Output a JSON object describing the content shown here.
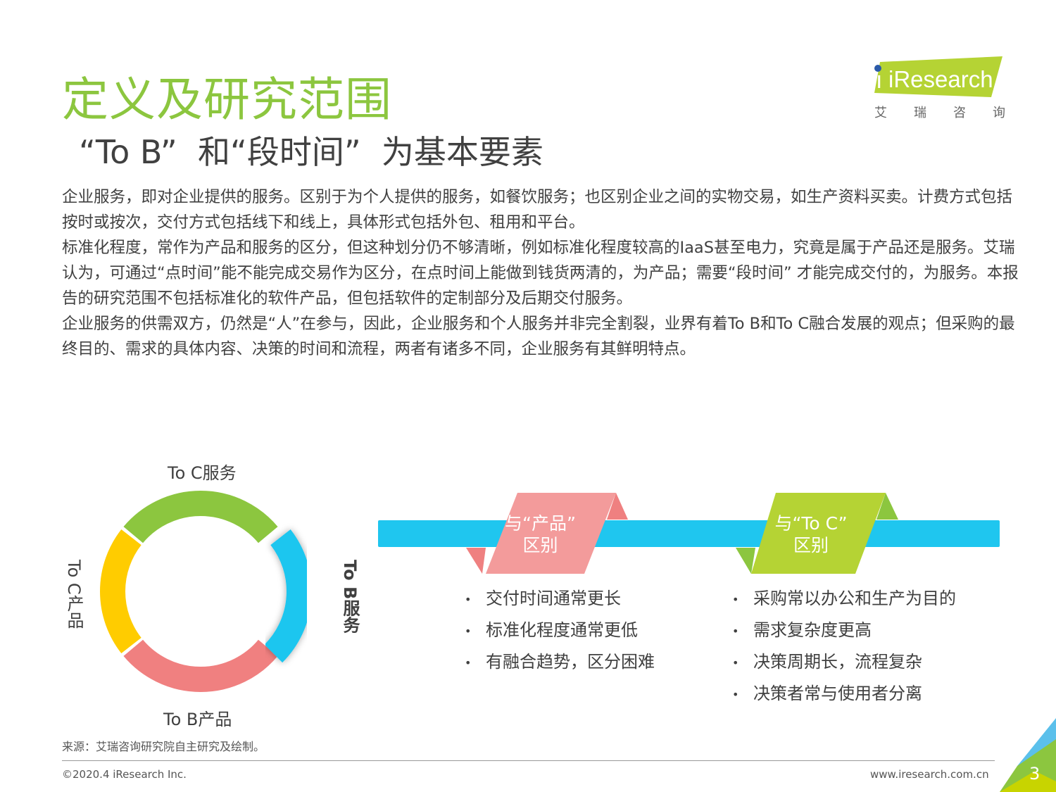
{
  "title": "定义及研究范围",
  "subtitle": "“To B”  和“段时间”  为基本要素",
  "logo": {
    "brand": "iResearch",
    "cn": [
      "艾",
      "瑞",
      "咨",
      "询"
    ]
  },
  "paragraphs": [
    "企业服务，即对企业提供的服务。区别于为个人提供的服务，如餐饮服务；也区别企业之间的实物交易，如生产资料买卖。计费方式包括按时或按次，交付方式包括线下和线上，具体形式包括外包、租用和平台。",
    "标准化程度，常作为产品和服务的区分，但这种划分仍不够清晰，例如标准化程度较高的IaaS甚至电力，究竟是属于产品还是服务。艾瑞认为，可通过“点时间”能不能完成交易作为区分，在点时间上能做到钱货两清的，为产品；需要“段时间” 才能完成交付的，为服务。本报告的研究范围不包括标准化的软件产品，但包括软件的定制部分及后期交付服务。",
    "企业服务的供需双方，仍然是“人”在参与，因此，企业服务和个人服务并非完全割裂，业界有着To B和To C融合发展的观点；但采购的最终目的、需求的具体内容、决策的时间和流程，两者有诸多不同，企业服务有其鲜明特点。"
  ],
  "ring": {
    "top": "To C服务",
    "left": "To C产品",
    "bottom": "To B产品",
    "right": "To B服务",
    "colors": {
      "top": "#8cc63f",
      "left": "#ffcc00",
      "bottom": "#f08080",
      "right": "#1fc6ef"
    }
  },
  "compare": [
    {
      "label_line1": "与“产品”",
      "label_line2": "区别",
      "color": "#f39b9b",
      "fold": "#ef8080",
      "bullets": [
        "交付时间通常更长",
        "标准化程度通常更低",
        "有融合趋势，区分困难"
      ]
    },
    {
      "label_line1": "与“To C”",
      "label_line2": "区别",
      "color": "#b5d334",
      "fold": "#8cc63f",
      "bullets": [
        "采购常以办公和生产为目的",
        "需求复杂度更高",
        "决策周期长，流程复杂",
        "决策者常与使用者分离"
      ]
    }
  ],
  "band_color": "#1fc6ef",
  "bullet_symbol": "•",
  "source": "来源：艾瑞咨询研究院自主研究及绘制。",
  "copyright": "©2020.4 iResearch Inc.",
  "url": "www.iresearch.com.cn",
  "page_number": "3"
}
